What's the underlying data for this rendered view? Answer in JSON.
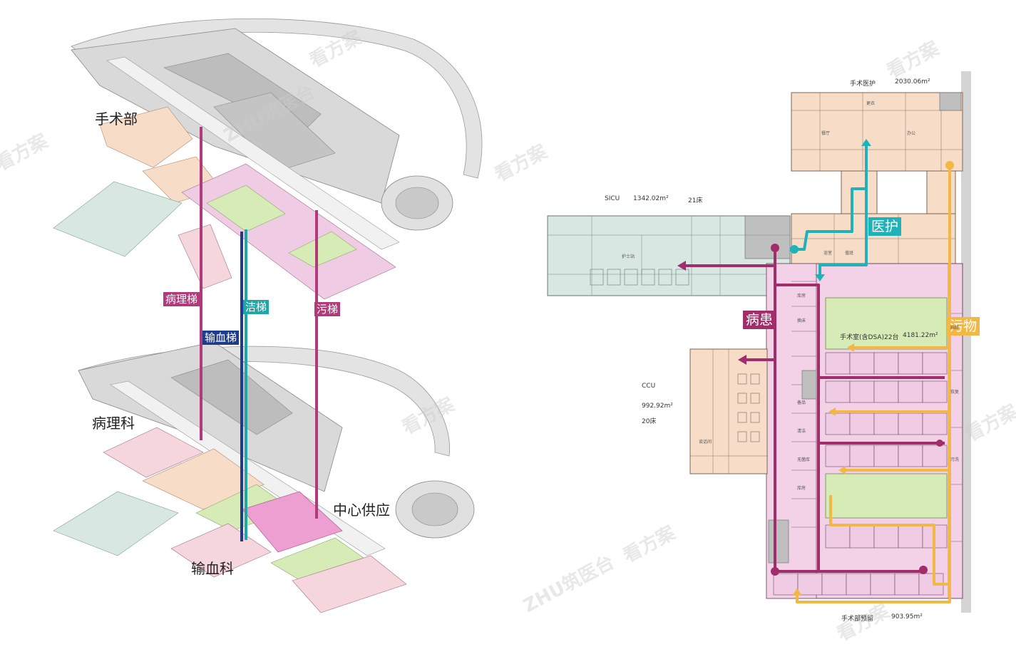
{
  "colors": {
    "surgery": "#f3d2e8",
    "pink_light": "#f6d6dd",
    "peach": "#f7dcc8",
    "mint": "#d8e7e2",
    "green": "#d6ebb5",
    "gray": "#cfcfcf",
    "pathology_lift": "#b03a7a",
    "clean_lift": "#1fa6a6",
    "blood_lift": "#1d3c8c",
    "dirty_lift": "#b03a7a",
    "medical_flow": "#1fb2b8",
    "patient_flow": "#a12d6a",
    "dirty_flow": "#f3b843"
  },
  "left": {
    "labels": {
      "surgery_dept": "手术部",
      "pathology_dept": "病理科",
      "central_supply": "中心供应",
      "blood_dept": "输血科"
    },
    "lifts": {
      "pathology": "病理梯",
      "clean": "洁梯",
      "blood": "输血梯",
      "dirty": "污梯"
    }
  },
  "right": {
    "areas": {
      "medical_title": "手术医护",
      "medical_area": "2030.06m²",
      "sicu_title": "SICU",
      "sicu_area": "1342.02m²",
      "sicu_beds": "21床",
      "or_title": "手术室(含DSA)22台",
      "or_area": "4181.22m²",
      "ccu_title": "CCU",
      "ccu_area": "992.92m²",
      "ccu_beds": "20床",
      "reserve_title": "手术部预留",
      "reserve_area": "903.95m²"
    },
    "flows": {
      "medical": "医护",
      "patient": "病患",
      "dirty": "污物"
    },
    "room_labels": [
      "餐厅",
      "更衣",
      "办公",
      "护士站",
      "浴室",
      "值班",
      "库房",
      "换床",
      "麻醉",
      "恢复",
      "污洗",
      "备品",
      "清洁",
      "库房",
      "无菌库",
      "谈话间"
    ]
  },
  "watermarks": [
    "ZHU筑医台",
    "看方案"
  ]
}
